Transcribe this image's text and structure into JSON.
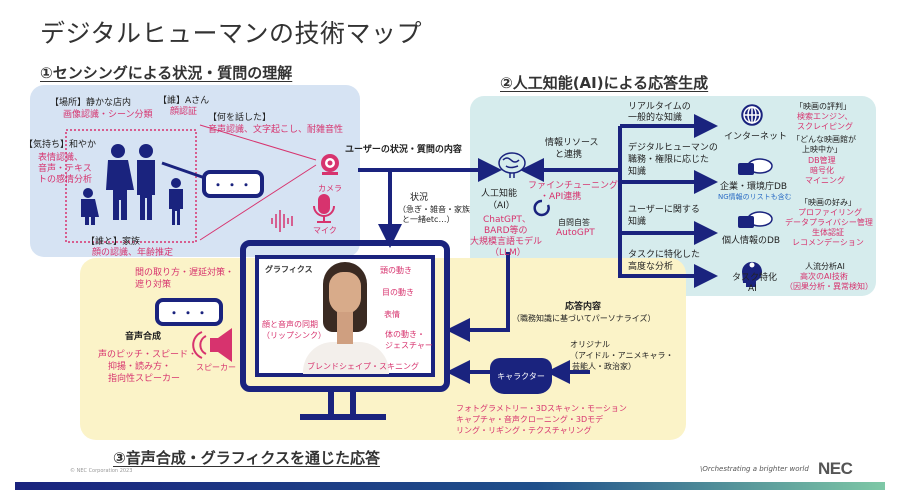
{
  "title": "デジタルヒューマンの技術マップ",
  "sections": {
    "sensing": {
      "heading": "①センシングによる状況・質問の理解",
      "place_label": "【場所】静かな店内",
      "place_tech": "画像認識・シーン分類",
      "who_label": "【誰】Aさん",
      "who_tech": "顔認証",
      "what_label": "【何を話した】",
      "what_tech": "音声認識、文字起こし、耐雑音性",
      "mood_label": "【気持ち】和やか",
      "mood_tech_1": "表情認識、",
      "mood_tech_2": "音声・テキス",
      "mood_tech_3": "トの感情分析",
      "with_label": "【誰と】家族",
      "with_tech": "顔の認識、年齢推定",
      "bubble_text": "・・・",
      "camera_label": "カメラ",
      "mic_label": "マイク"
    },
    "ai": {
      "heading": "②人工知能(AI)による応答生成",
      "input_label": "ユーザーの状況・質問の内容",
      "situation_label": "状況",
      "situation_detail_1": "（急ぎ・雑音・家族",
      "situation_detail_2": "と一緒etc…）",
      "resource_label_1": "情報リソース",
      "resource_label_2": "と連携",
      "ai_label_1": "人工知能",
      "ai_label_2": "（AI）",
      "llm_1": "ChatGPT、",
      "llm_2": "BARD等の",
      "llm_3": "大規模言語モデル",
      "llm_4": "（LLM）",
      "finetune_1": "ファインチューニング",
      "finetune_2": "・API連携",
      "auto_1": "自問自答",
      "auto_2": "AutoGPT",
      "branches": [
        {
          "knowledge": [
            "リアルタイムの",
            "一般的な知識"
          ],
          "target": "インターネット",
          "icon": "globe-icon",
          "example": "「映画の評判」",
          "tech": [
            "検索エンジン、",
            "スクレイピング"
          ]
        },
        {
          "knowledge": [
            "デジタルヒューマンの",
            "職務・権限に応じた",
            "知識"
          ],
          "target": "企業・環境庁DB",
          "note": "NG情報のリストも含む",
          "icon": "cloud-database-icon",
          "example": "「どんな映画館が",
          "example2": "上映中か」",
          "tech": [
            "DB管理",
            "暗号化",
            "マイニング"
          ]
        },
        {
          "knowledge": [
            "ユーザーに関する",
            "知識"
          ],
          "target": "個人情報のDB",
          "icon": "cloud-database-icon",
          "example": "「映画の好み」",
          "tech": [
            "プロファイリング",
            "データプライバシー管理",
            "生体認証",
            "レコメンデーション"
          ]
        },
        {
          "knowledge": [
            "タスクに特化した",
            "高度な分析"
          ],
          "target": "タスク特化",
          "target2": "AI",
          "icon": "ai-head-icon",
          "example": "人流分析AI",
          "tech": [
            "高次のAI技術",
            "（因果分析・異常検知）"
          ]
        }
      ]
    },
    "response": {
      "heading": "③音声合成・グラフィクスを通じた応答",
      "timing_1": "間の取り方・遅延対策・",
      "timing_2": "遮り対策",
      "bubble_text": "・・・",
      "tts_label": "音声合成",
      "tts_tech_1": "声のピッチ・スピード・",
      "tts_tech_2": "抑揚・読み方・",
      "tts_tech_3": "指向性スピーカー",
      "speaker_label": "スピーカー",
      "graphics_label": "グラフィクス",
      "lipsync_1": "顔と音声の同期",
      "lipsync_2": "（リップシンク）",
      "head_motion": "頭の動き",
      "eye_motion": "目の動き",
      "expression": "表情",
      "body_1": "体の動き・",
      "body_2": "ジェスチャー",
      "blend": "ブレンドシェイプ・スキニング",
      "content_label": "応答内容",
      "content_detail": "（職務知識に基づいてパーソナライズ）",
      "original_1": "オリジナル",
      "original_2": "（アイドル・アニメキャラ・",
      "original_3": "芸能人・政治家）",
      "character_label": "キャラクター",
      "char_tech_1": "フォトグラメトリー・3Dスキャン・モーション",
      "char_tech_2": "キャプチャ・音声クローニング・3Dモデ",
      "char_tech_3": "リング・リギング・テクスチャリング"
    }
  },
  "footer": {
    "copyright": "© NEC Corporation 2023",
    "tagline": "\\Orchestrating a brighter world",
    "logo": "NEC"
  },
  "colors": {
    "navy": "#1a237e",
    "pink": "#d7336e",
    "panel_blue": "#d6e3f3",
    "panel_teal": "#d6eced",
    "panel_yellow": "#fbf3c8"
  }
}
